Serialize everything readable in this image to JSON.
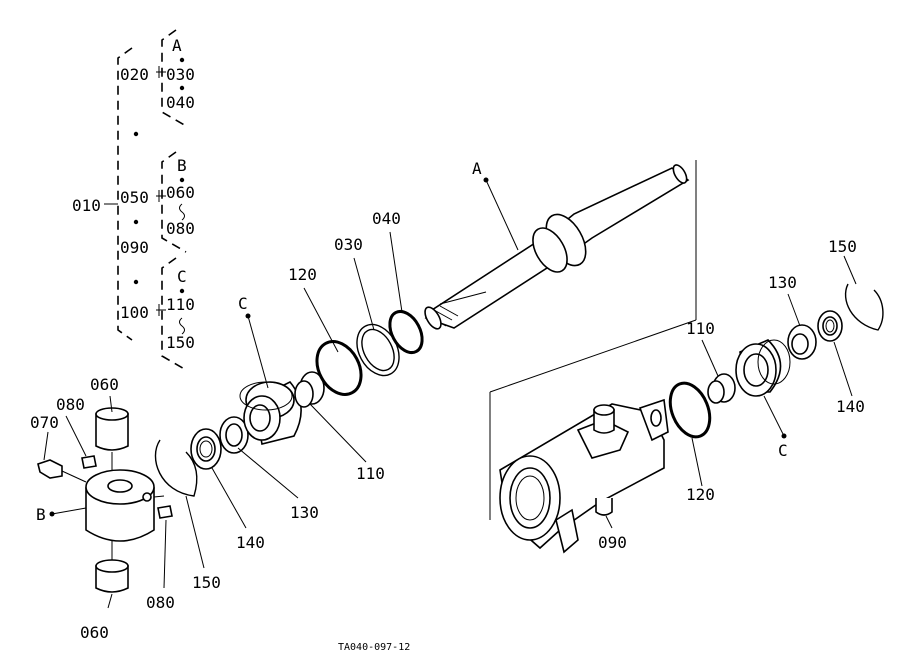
{
  "diagram": {
    "tree": {
      "root": "010",
      "a_group": {
        "parent": "020",
        "letter": "A",
        "items": [
          "030",
          "040"
        ]
      },
      "b_group": {
        "parent": "050",
        "letter": "B",
        "items": [
          "060",
          "080"
        ]
      },
      "solo": "090",
      "c_group": {
        "parent": "100",
        "letter": "C",
        "items": [
          "110",
          "150"
        ]
      }
    },
    "callouts": {
      "shaft": "A",
      "housing_b": "B",
      "gland_left": "C",
      "gland_right": "C",
      "o_ring_120": "120",
      "ring_030": "030",
      "ring_040": "040",
      "bushing_110_left": "110",
      "seal_130_left": "130",
      "seal_140_left": "140",
      "snap_150_left": "150",
      "bushing_060_top": "060",
      "bushing_060_bottom": "060",
      "plug_080_top": "080",
      "plug_080_bottom": "080",
      "fitting_070": "070",
      "cylinder_090": "090",
      "bushing_110_right": "110",
      "o_ring_120_right": "120",
      "seal_130_right": "130",
      "seal_140_right": "140",
      "snap_150_right": "150"
    },
    "figure_code": "TA040-097-12"
  }
}
